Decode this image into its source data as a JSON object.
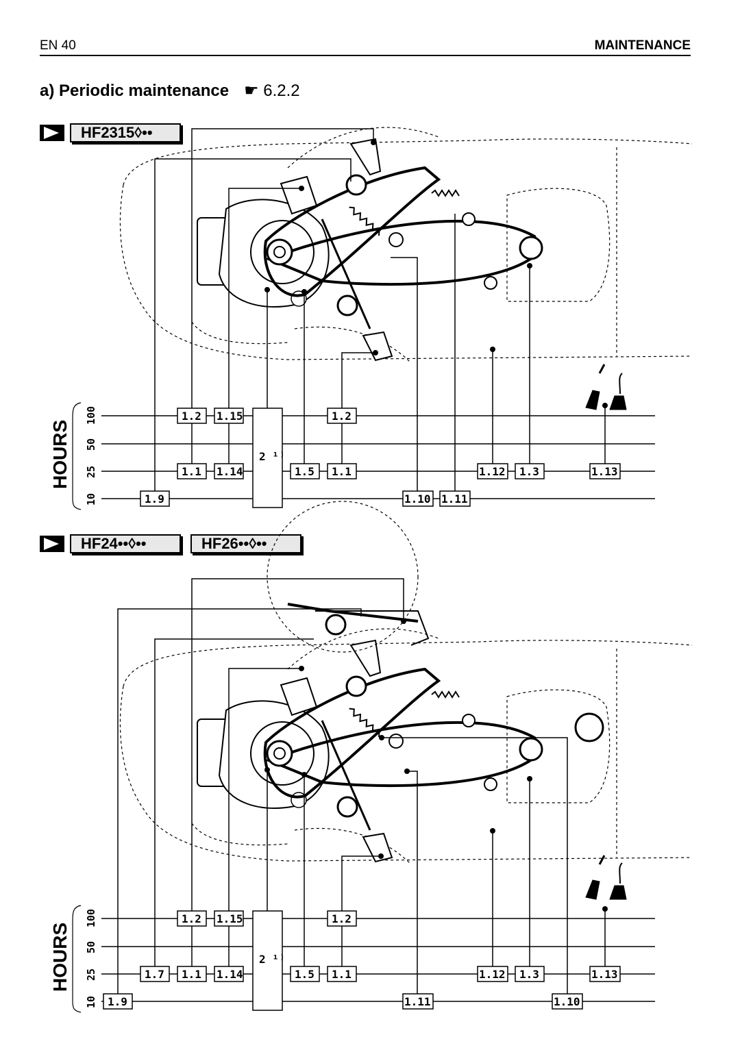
{
  "header": {
    "page": "EN  40",
    "section": "MAINTENANCE"
  },
  "title": {
    "text": "a)  Periodic maintenance",
    "ref": "☛ 6.2.2"
  },
  "diagram1": {
    "models": [
      "HF2315◊••"
    ],
    "axis_label": "HOURS",
    "rows": [
      "100",
      "50",
      "25",
      "10"
    ],
    "boxes": {
      "b100_1": "1.2",
      "b100_2": "1.15",
      "b100_3": "1.2",
      "b25_1": "1.1",
      "b25_2": "1.14",
      "b25_3": "1.5",
      "b25_4": "1.1",
      "b25_5": "1.12",
      "b25_6": "1.3",
      "b25_7": "1.13",
      "b10_1": "1.9",
      "b10_2": "1.10",
      "b10_3": "1.11",
      "big": "2 ¹⁾"
    }
  },
  "diagram2": {
    "models": [
      "HF24••◊••",
      "HF26••◊••"
    ],
    "axis_label": "HOURS",
    "rows": [
      "100",
      "50",
      "25",
      "10"
    ],
    "boxes": {
      "b100_1": "1.2",
      "b100_2": "1.15",
      "b100_3": "1.2",
      "b25_0": "1.7",
      "b25_1": "1.1",
      "b25_2": "1.14",
      "b25_3": "1.5",
      "b25_4": "1.1",
      "b25_5": "1.12",
      "b25_6": "1.3",
      "b25_7": "1.13",
      "b10_1": "1.9",
      "b10_2": "1.11",
      "b10_3": "1.10",
      "big": "2 ¹⁾"
    }
  }
}
